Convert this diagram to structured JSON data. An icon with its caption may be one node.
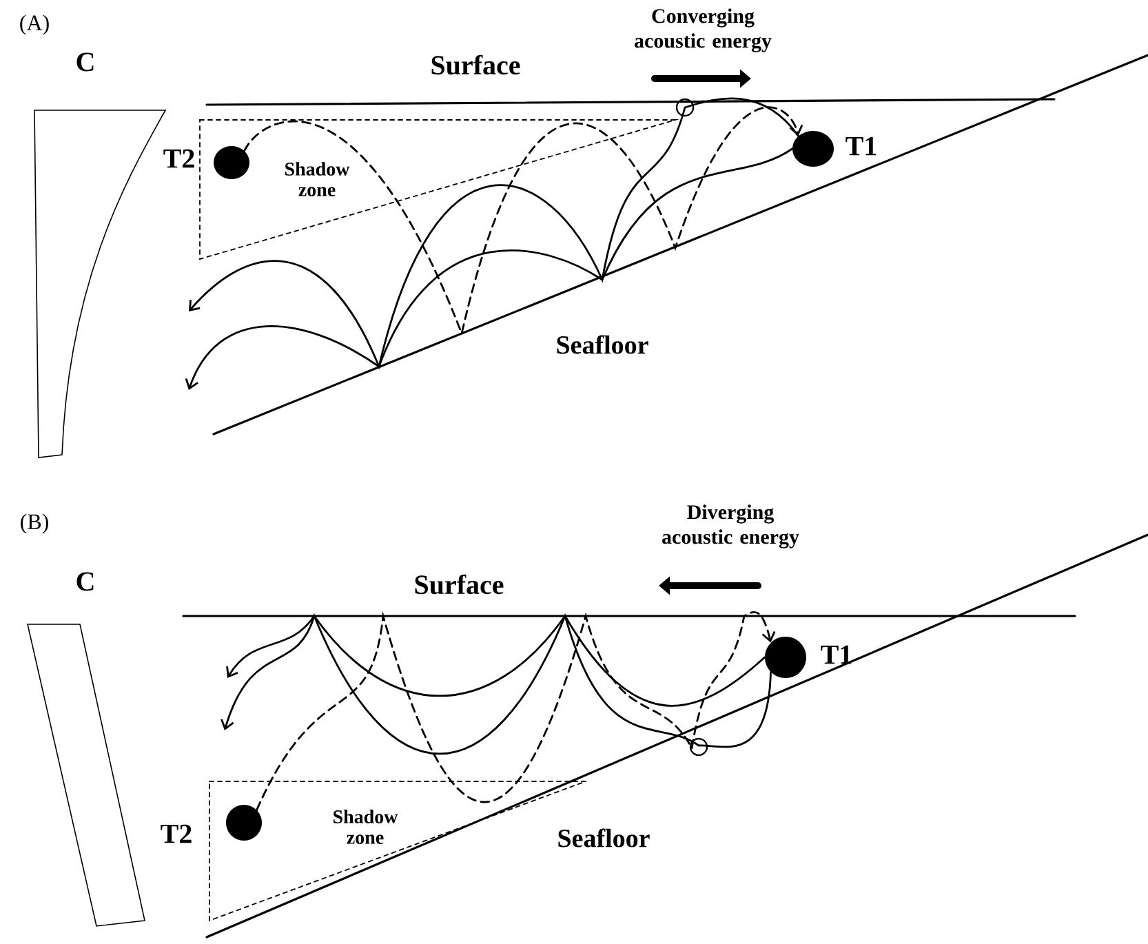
{
  "diagram": {
    "nodes": [
      {
        "text": [
          "Shadow zone"
        ]
      },
      {
        "text": [],
        "shape": "circle",
        "beside": [
          "T2"
        ],
        "in": 0
      },
      {
        "text": [],
        "shape": "circle",
        "beside": [
          "T1"
        ]
      },
      {
        "text": [
          "Shadow zone"
        ]
      },
      {
        "text": [],
        "shape": "circle",
        "beside": [
          "T2"
        ],
        "in": 3
      },
      {
        "text": [],
        "shape": "circle",
        "beside": [
          "T1"
        ]
      }
    ],
    "edges": [
      {
        "from": 2,
        "to": null,
        "arrow": "to"
      },
      {
        "from": 2,
        "to": null,
        "arrow": "to"
      },
      {
        "from": 1,
        "to": 2,
        "arrow": "to",
        "style": "dashed"
      },
      {
        "from": 5,
        "to": null,
        "arrow": "to"
      },
      {
        "from": 5,
        "to": null,
        "arrow": "to"
      },
      {
        "from": 4,
        "to": 5,
        "arrow": "to",
        "style": "dashed"
      }
    ],
    "labels": [
      "(A)",
      "C",
      "Surface",
      "Converging acoustic energy",
      "Seafloor",
      "(B)",
      "C",
      "Surface",
      "Diverging acoustic energy",
      "Seafloor"
    ]
  }
}
